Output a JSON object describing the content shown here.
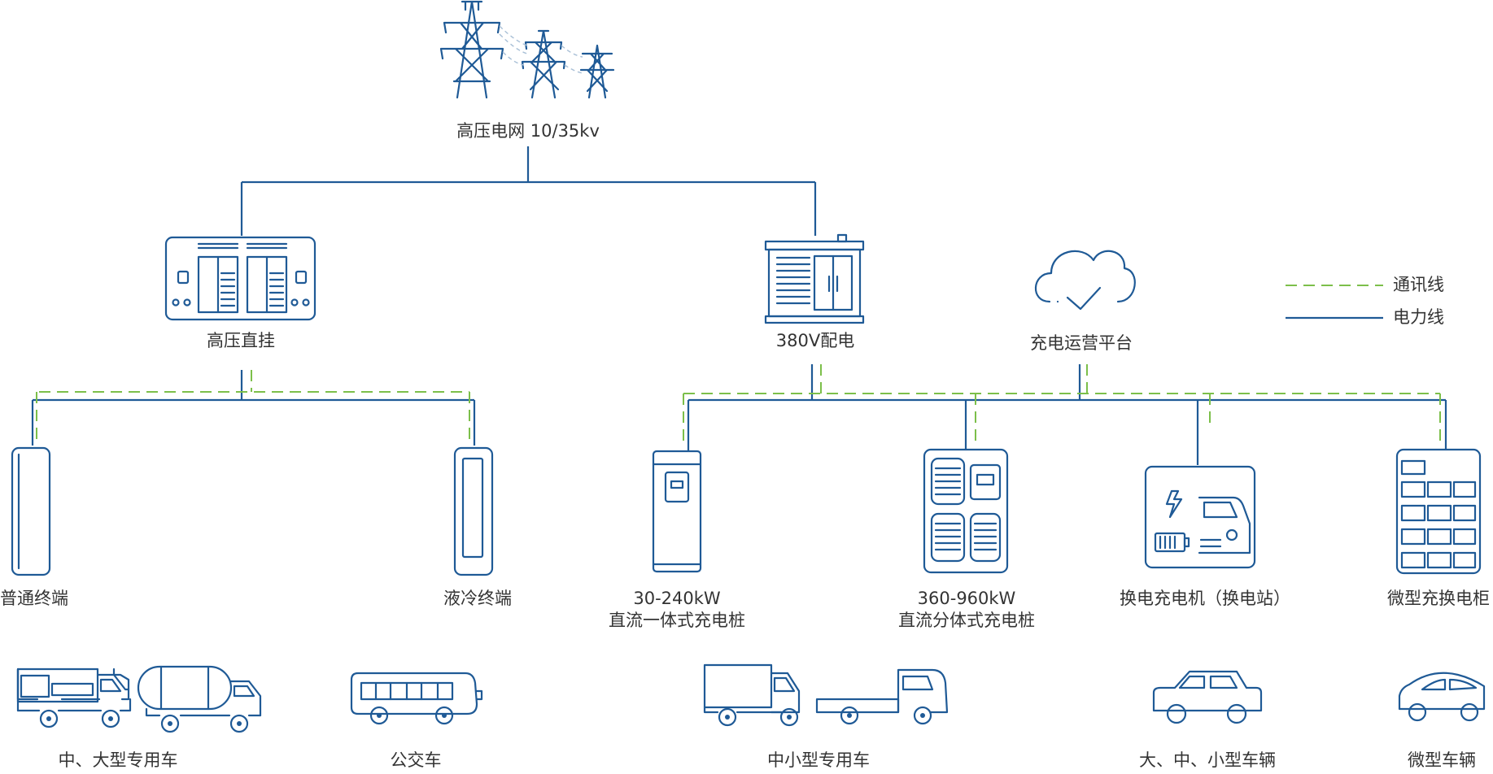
{
  "grid": {
    "label": "高压电网 10/35kv"
  },
  "nodes": {
    "hv_direct": "高压直挂",
    "dist_380v": "380V配电",
    "platform": "充电运营平台"
  },
  "legend": {
    "comm_line": "通讯线",
    "power_line": "电力线"
  },
  "terminals": {
    "normal": "普通终端",
    "liquid": "液冷终端",
    "dc_integrated_line1": "30-240kW",
    "dc_integrated_line2": "直流一体式充电桩",
    "dc_split_line1": "360-960kW",
    "dc_split_line2": "直流分体式充电桩",
    "swap_station": "换电充电机（换电站）",
    "micro_cabinet": "微型充换电柜"
  },
  "vehicles": {
    "large_special": "中、大型专用车",
    "bus": "公交车",
    "small_special": "中小型专用车",
    "cars": "大、中、小型车辆",
    "micro": "微型车辆"
  },
  "colors": {
    "power": "#1f5a96",
    "comm": "#7cbf4a",
    "text": "#333333"
  }
}
